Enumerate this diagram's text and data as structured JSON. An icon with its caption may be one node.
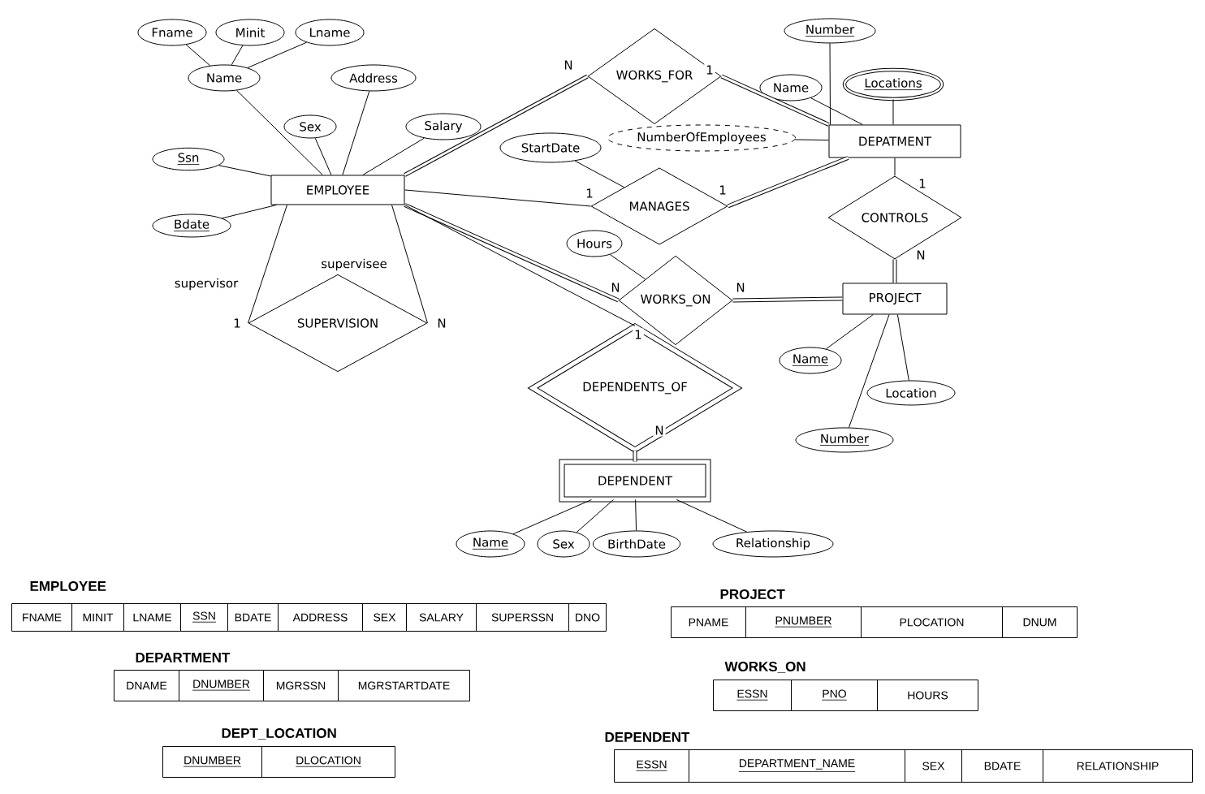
{
  "diagram": {
    "nodes": [
      {
        "text": [
          "EMPLOYEE"
        ]
      },
      {
        "text": [
          "Fname"
        ]
      },
      {
        "text": [
          "Minit"
        ]
      },
      {
        "text": [
          "Lname"
        ]
      },
      {
        "text": [
          "Name"
        ]
      },
      {
        "text": [
          "Address"
        ]
      },
      {
        "text": [
          "Sex"
        ]
      },
      {
        "text": [
          "Salary"
        ]
      },
      {
        "text": [
          "Ssn"
        ]
      },
      {
        "text": [
          "Bdate"
        ]
      },
      {
        "text": [
          "SUPERVISION"
        ]
      },
      {
        "text": [
          "WORKS_FOR"
        ]
      },
      {
        "text": [
          "Number"
        ]
      },
      {
        "text": [
          "Name"
        ]
      },
      {
        "text": [
          "Locations"
        ]
      },
      {
        "text": [
          "NumberOfEmployees"
        ]
      },
      {
        "text": [
          "DEPATMENT"
        ]
      },
      {
        "text": [
          "StartDate"
        ]
      },
      {
        "text": [
          "MANAGES"
        ]
      },
      {
        "text": [
          "CONTROLS"
        ]
      },
      {
        "text": [
          "Hours"
        ]
      },
      {
        "text": [
          "WORKS_ON"
        ]
      },
      {
        "text": [
          "PROJECT"
        ]
      },
      {
        "text": [
          "Name"
        ]
      },
      {
        "text": [
          "Location"
        ]
      },
      {
        "text": [
          "Number"
        ]
      },
      {
        "text": [
          "DEPENDENTS_OF"
        ]
      },
      {
        "text": [
          "DEPENDENT"
        ]
      },
      {
        "text": [
          "Name"
        ]
      },
      {
        "text": [
          "Sex"
        ]
      },
      {
        "text": [
          "BirthDate"
        ]
      },
      {
        "text": [
          "Relationship"
        ]
      }
    ],
    "edges": [
      {
        "from": 1,
        "to": 4,
        "arrow": "none"
      },
      {
        "from": 2,
        "to": 4,
        "arrow": "none"
      },
      {
        "from": 3,
        "to": 4,
        "arrow": "none"
      },
      {
        "from": 4,
        "to": 0,
        "arrow": "none"
      },
      {
        "from": 5,
        "to": 0,
        "arrow": "none"
      },
      {
        "from": 6,
        "to": 0,
        "arrow": "none"
      },
      {
        "from": 7,
        "to": 0,
        "arrow": "none"
      },
      {
        "from": 8,
        "to": 0,
        "arrow": "none"
      },
      {
        "from": 9,
        "to": 0,
        "arrow": "none"
      },
      {
        "from": 0,
        "to": 10,
        "arrow": "none",
        "label": "1"
      },
      {
        "from": 0,
        "to": 10,
        "arrow": "none",
        "label": "N"
      },
      {
        "from": 0,
        "to": 11,
        "arrow": "none",
        "label": "N",
        "style": "thick"
      },
      {
        "from": 11,
        "to": 16,
        "arrow": "none",
        "label": "1",
        "style": "thick"
      },
      {
        "from": 12,
        "to": 16,
        "arrow": "none"
      },
      {
        "from": 13,
        "to": 16,
        "arrow": "none"
      },
      {
        "from": 14,
        "to": 16,
        "arrow": "none"
      },
      {
        "from": 15,
        "to": 16,
        "arrow": "none"
      },
      {
        "from": 0,
        "to": 18,
        "arrow": "none",
        "label": "1"
      },
      {
        "from": 18,
        "to": 16,
        "arrow": "none",
        "label": "1",
        "style": "thick"
      },
      {
        "from": 17,
        "to": 18,
        "arrow": "none"
      },
      {
        "from": 16,
        "to": 19,
        "arrow": "none",
        "label": "1"
      },
      {
        "from": 19,
        "to": 22,
        "arrow": "none",
        "label": "N",
        "style": "thick"
      },
      {
        "from": 0,
        "to": 21,
        "arrow": "none",
        "label": "N",
        "style": "thick"
      },
      {
        "from": 21,
        "to": 22,
        "arrow": "none",
        "label": "N",
        "style": "thick"
      },
      {
        "from": 20,
        "to": 21,
        "arrow": "none"
      },
      {
        "from": 23,
        "to": 22,
        "arrow": "none"
      },
      {
        "from": 24,
        "to": 22,
        "arrow": "none"
      },
      {
        "from": 25,
        "to": 22,
        "arrow": "none"
      },
      {
        "from": 0,
        "to": 26,
        "arrow": "none",
        "label": "1"
      },
      {
        "from": 26,
        "to": 27,
        "arrow": "none",
        "label": "N",
        "style": "thick"
      },
      {
        "from": 28,
        "to": 27,
        "arrow": "none"
      },
      {
        "from": 29,
        "to": 27,
        "arrow": "none"
      },
      {
        "from": 30,
        "to": 27,
        "arrow": "none"
      },
      {
        "from": 31,
        "to": 27,
        "arrow": "none"
      }
    ],
    "labels": [
      "supervisor",
      "supervisee",
      "EMPLOYEE",
      "FNAME",
      "MINIT",
      "LNAME",
      "SSN",
      "BDATE",
      "ADDRESS",
      "SEX",
      "SALARY",
      "SUPERSSN",
      "DNO",
      "PROJECT",
      "PNAME",
      "PNUMBER",
      "PLOCATION",
      "DNUM",
      "DEPARTMENT",
      "DNAME",
      "DNUMBER",
      "MGRSSN",
      "MGRSTARTDATE",
      "WORKS_ON",
      "ESSN",
      "PNO",
      "HOURS",
      "DEPT_LOCATION",
      "DNUMBER",
      "DLOCATION",
      "DEPENDENT",
      "ESSN",
      "DEPARTMENT_NAME",
      "SEX",
      "BDATE",
      "RELATIONSHIP"
    ]
  }
}
